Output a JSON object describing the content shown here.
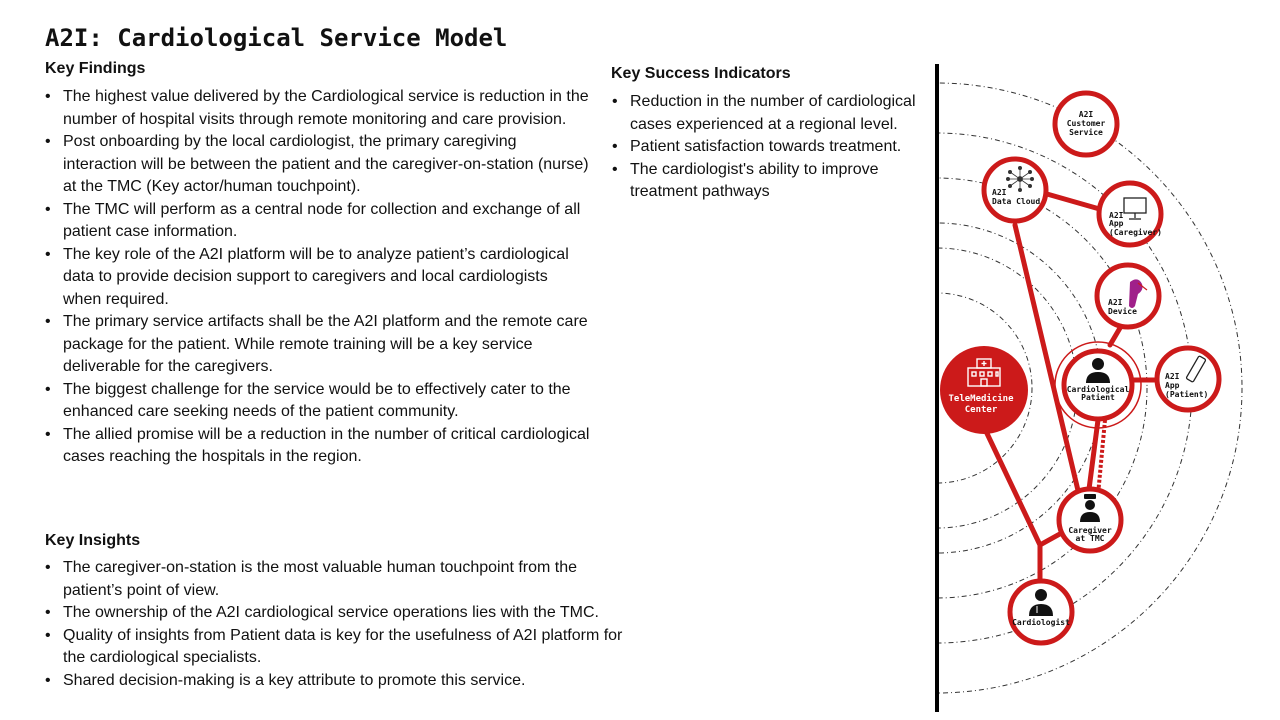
{
  "title": "A2I: Cardiological Service Model",
  "key_findings": {
    "heading": "Key Findings",
    "items": [
      "The highest value delivered by the Cardiological service is reduction in the number of hospital visits through remote monitoring and care provision.",
      "Post onboarding by the local cardiologist, the primary caregiving interaction will be between the patient and the caregiver-on-station (nurse) at the TMC (Key actor/human touchpoint).",
      "The TMC will perform as a central node for collection and exchange of all patient case information.",
      "The key role of the A2I platform will be to analyze patient’s cardiological data to provide decision support to caregivers and local cardiologists when required.",
      "The primary service artifacts shall be the A2I platform and the remote care package for the patient. While remote training will be a key service deliverable for the caregivers.",
      "The biggest challenge for the service would be to effectively cater to the enhanced care seeking needs of the patient community.",
      "The allied promise will be a reduction in the number of critical cardiological cases reaching the hospitals in the region."
    ]
  },
  "key_insights": {
    "heading": "Key Insights",
    "items": [
      "The caregiver-on-station is the most valuable human touchpoint from the patient’s point of view.",
      "The ownership of the A2I cardiological service operations lies with the TMC.",
      "Quality of insights from Patient data is key for the usefulness of A2I platform for the cardiological specialists.",
      "Shared decision-making is a key attribute to promote this service."
    ]
  },
  "key_success_indicators": {
    "heading": "Key Success Indicators",
    "items": [
      "Reduction in the number of cardiological cases experienced at a regional level.",
      "Patient satisfaction towards treatment.",
      "The cardiologist's ability to improve treatment pathways"
    ]
  },
  "diagram": {
    "colors": {
      "accent": "#cc1a1a",
      "device": "#a0208a",
      "ring": "#333333"
    },
    "nodes": {
      "customer_service": [
        "A2I",
        "Customer",
        "Service"
      ],
      "data_cloud": [
        "A2I",
        "Data Cloud"
      ],
      "app_caregiver": [
        "A2I",
        "App",
        "(Caregiver)"
      ],
      "device": [
        "A2I",
        "Device"
      ],
      "patient": [
        "Cardiological",
        "Patient"
      ],
      "app_patient": [
        "A2I",
        "App",
        "(Patient)"
      ],
      "tmc": [
        "TeleMedicine",
        "Center"
      ],
      "caregiver_tmc": [
        "Caregiver",
        "at TMC"
      ],
      "cardiologist": [
        "Cardiologist"
      ]
    }
  }
}
